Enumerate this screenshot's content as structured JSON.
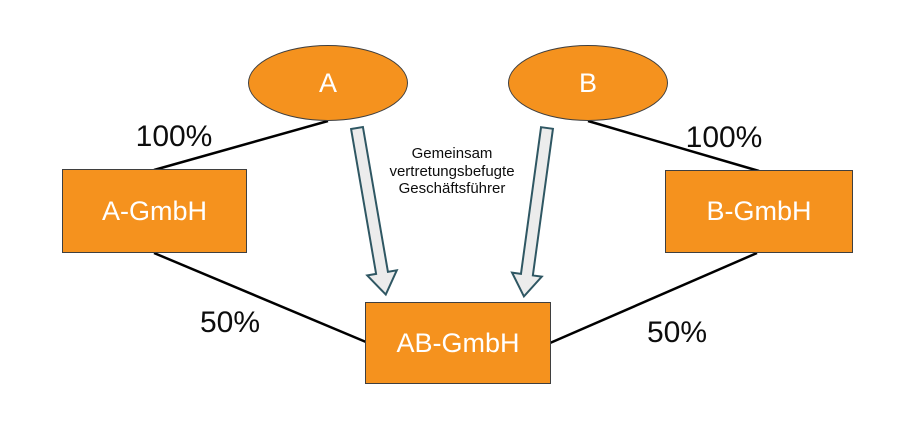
{
  "diagram": {
    "nodes": {
      "person_a": {
        "label": "A",
        "shape": "ellipse"
      },
      "person_b": {
        "label": "B",
        "shape": "ellipse"
      },
      "company_a": {
        "label": "A-GmbH",
        "shape": "rect"
      },
      "company_b": {
        "label": "B-GmbH",
        "shape": "rect"
      },
      "company_ab": {
        "label": "AB-GmbH",
        "shape": "rect"
      }
    },
    "edges": {
      "a_to_agmbh": {
        "from": "person_a",
        "to": "company_a",
        "label": "100%"
      },
      "b_to_bgmbh": {
        "from": "person_b",
        "to": "company_b",
        "label": "100%"
      },
      "agmbh_to_abgmbh": {
        "from": "company_a",
        "to": "company_ab",
        "label": "50%"
      },
      "bgmbh_to_abgmbh": {
        "from": "company_b",
        "to": "company_ab",
        "label": "50%"
      }
    },
    "block_arrows": {
      "a_to_abgmbh": {
        "from": "person_a",
        "to": "company_ab"
      },
      "b_to_abgmbh": {
        "from": "person_b",
        "to": "company_ab"
      }
    },
    "annotation": "Gemeinsam vertretungsbefugte Geschäftsführer"
  },
  "colors": {
    "node_fill": "#F5921E",
    "node_stroke": "#3F3F3F",
    "node_text": "#FFFFFF",
    "connector_line": "#000000",
    "arrow_fill": "#ECECEC",
    "arrow_stroke": "#2F5763",
    "label_text": "#0D0D0D"
  }
}
